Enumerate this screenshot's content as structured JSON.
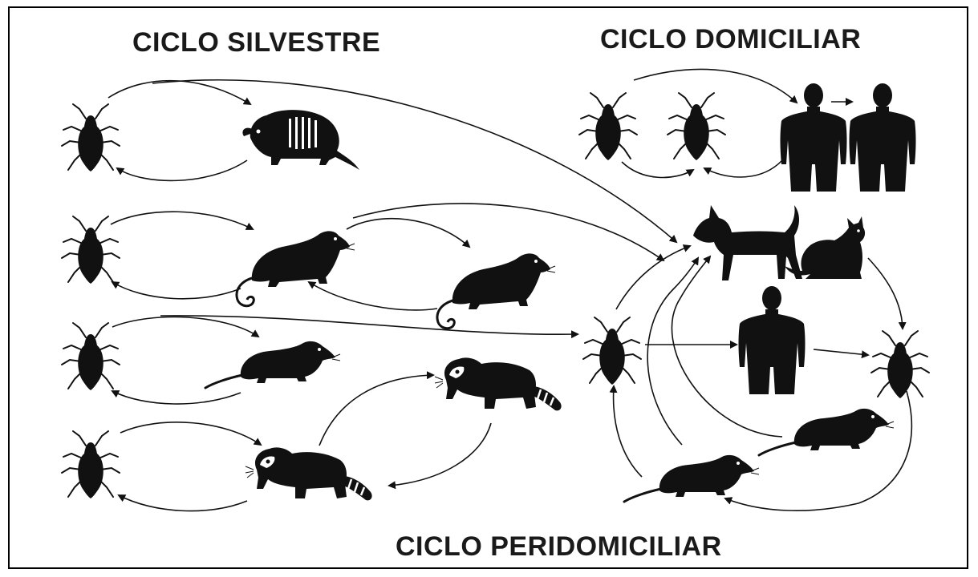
{
  "titles": {
    "silvestre": "CICLO SILVESTRE",
    "domiciliar": "CICLO DOMICILIAR",
    "peridomiciliar": "CICLO PERIDOMICILIAR"
  },
  "colors": {
    "ink": "#111111",
    "background": "#ffffff",
    "border": "#000000"
  },
  "icons": [
    "triatomine-bug",
    "armadillo",
    "opossum",
    "rat",
    "raccoon",
    "dog",
    "cat",
    "human"
  ]
}
